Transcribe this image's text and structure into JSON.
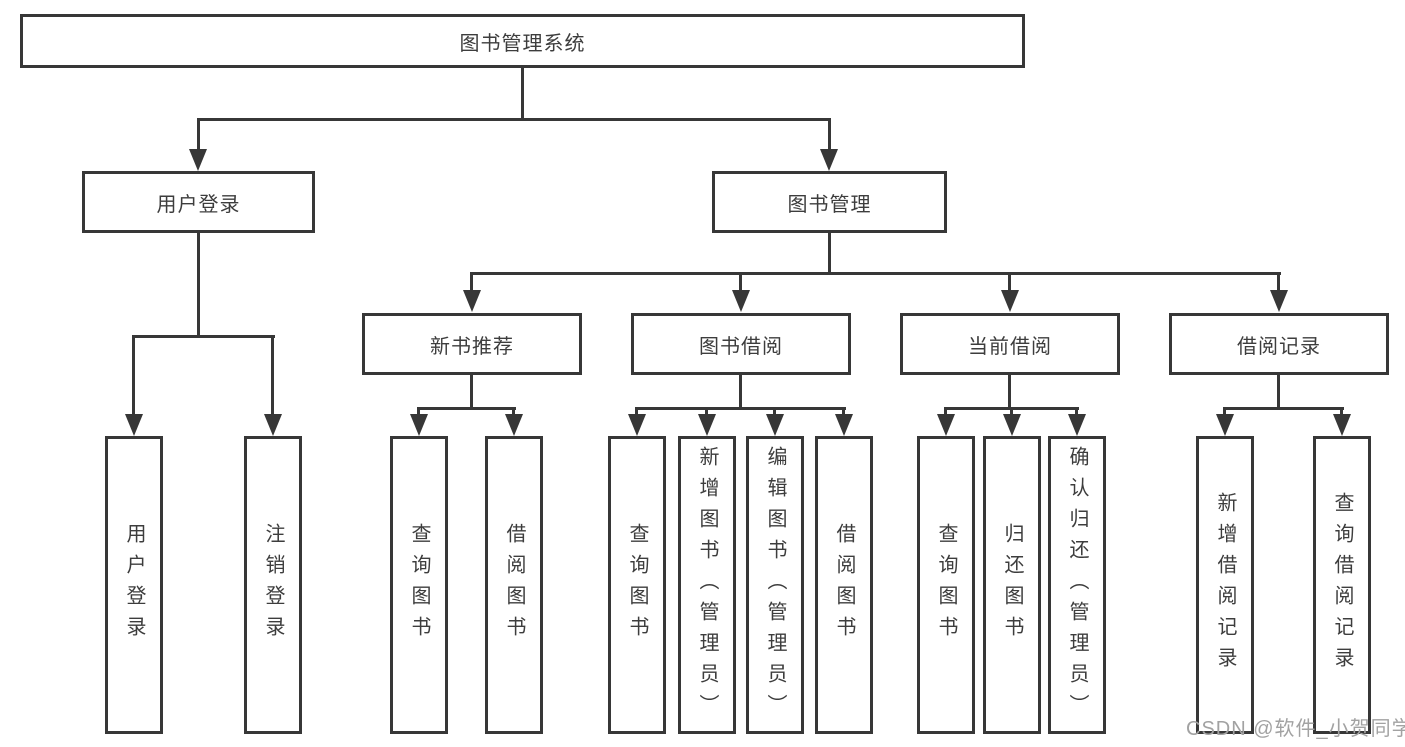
{
  "diagram": {
    "colors": {
      "line": "#373737",
      "background": "#ffffff",
      "watermark": "#a2a2a2"
    },
    "nodes": {
      "root": {
        "label": "图书管理系统"
      },
      "user_login": {
        "label": "用户登录",
        "children": [
          "用户登录",
          "注销登录"
        ]
      },
      "book_mgmt": {
        "label": "图书管理"
      },
      "new_book": {
        "label": "新书推荐",
        "children": [
          "查询图书",
          "借阅图书"
        ]
      },
      "book_borrow": {
        "label": "图书借阅",
        "children": [
          "查询图书",
          "新增图书（管理员）",
          "编辑图书（管理员）",
          "借阅图书"
        ]
      },
      "current_borrow": {
        "label": "当前借阅",
        "children": [
          "查询图书",
          "归还图书",
          "确认归还（管理员）"
        ]
      },
      "borrow_record": {
        "label": "借阅记录",
        "children": [
          "新增借阅记录",
          "查询借阅记录"
        ]
      }
    },
    "watermark": "CSDN @软件_小贺同学"
  }
}
